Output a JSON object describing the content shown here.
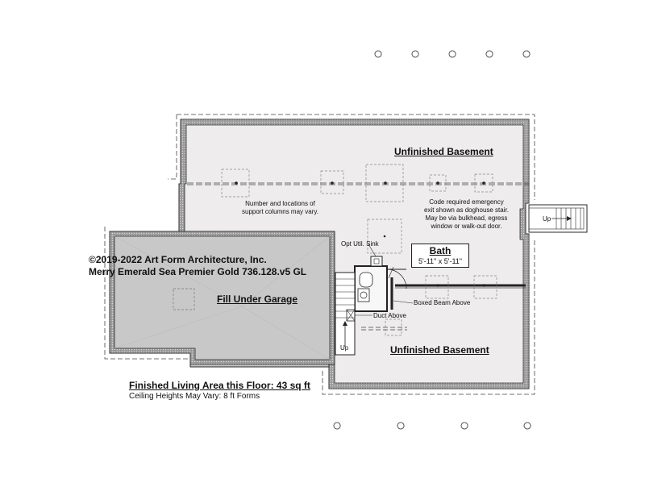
{
  "rooms": {
    "basement_top": "Unfinished Basement",
    "basement_bottom": "Unfinished Basement",
    "garage": "Fill Under Garage",
    "bath_title": "Bath",
    "bath_dims": "5'-11\" x 5'-11\""
  },
  "notes": {
    "columns": [
      "Number and locations of",
      "support columns may vary."
    ],
    "egress": [
      "Code required emergency",
      "exit shown as doghouse stair.",
      "May be via bulkhead, egress",
      "window or walk-out door."
    ],
    "opt_util": "Opt Util. Sink",
    "boxed_beam": "Boxed Beam Above",
    "duct_above": "Duct Above",
    "up_right": "Up",
    "up_stair": "Up"
  },
  "copyright": {
    "line1": "©2019-2022 Art Form Architecture, Inc.",
    "line2": "Merry Emerald Sea Premier Gold 736.128.v5 GL"
  },
  "footer": {
    "area": "Finished Living Area this Floor: 43 sq ft",
    "ceiling": "Ceiling Heights May Vary: 8 ft Forms"
  },
  "colors": {
    "floor": "#eeecec",
    "garage": "#c9c9c9",
    "wall": "#2a2a2a",
    "wall_fill": "#8f8f8f"
  }
}
